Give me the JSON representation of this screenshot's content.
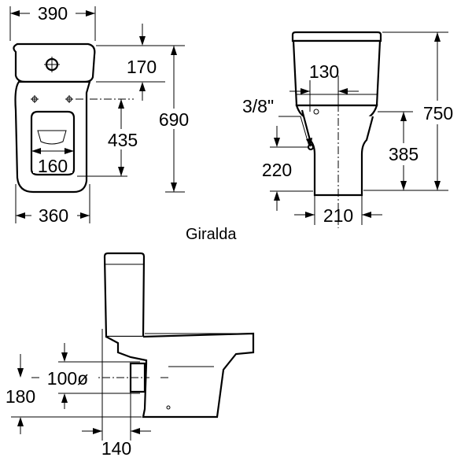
{
  "product_name": "Giralda",
  "top_view": {
    "width_top": "390",
    "width_bottom": "360",
    "seat_width": "160",
    "tank_depth": "170",
    "fixing_distance": "435",
    "total_length": "690"
  },
  "front_view": {
    "outlet_offset": "130",
    "inlet_thread": "3/8\"",
    "total_height": "750",
    "bowl_height": "385",
    "inlet_height": "220",
    "base_width": "210"
  },
  "side_view": {
    "outlet_diameter": "100ø",
    "outlet_height": "180",
    "outlet_distance": "140"
  }
}
